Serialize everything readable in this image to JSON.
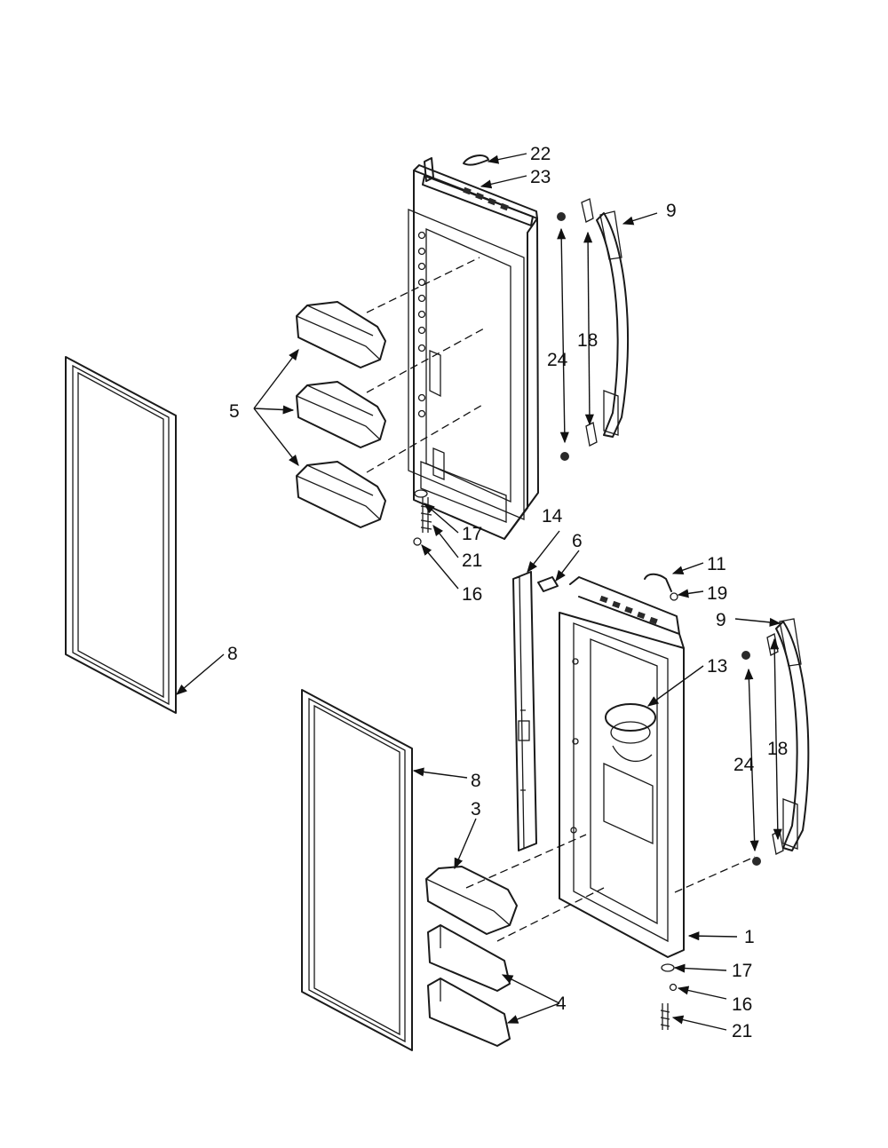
{
  "callouts": {
    "c22": "22",
    "c23": "23",
    "c9a": "9",
    "c18a": "18",
    "c24a": "24",
    "c5": "5",
    "c17a": "17",
    "c21a": "21",
    "c16a": "16",
    "c14": "14",
    "c6": "6",
    "c11": "11",
    "c19": "19",
    "c9b": "9",
    "c13": "13",
    "c8a": "8",
    "c8b": "8",
    "c24b": "24",
    "c18b": "18",
    "c3": "3",
    "c1": "1",
    "c17b": "17",
    "c16b": "16",
    "c4": "4",
    "c21b": "21"
  },
  "colors": {
    "ink": "#1a1a1a",
    "paper": "#ffffff"
  }
}
